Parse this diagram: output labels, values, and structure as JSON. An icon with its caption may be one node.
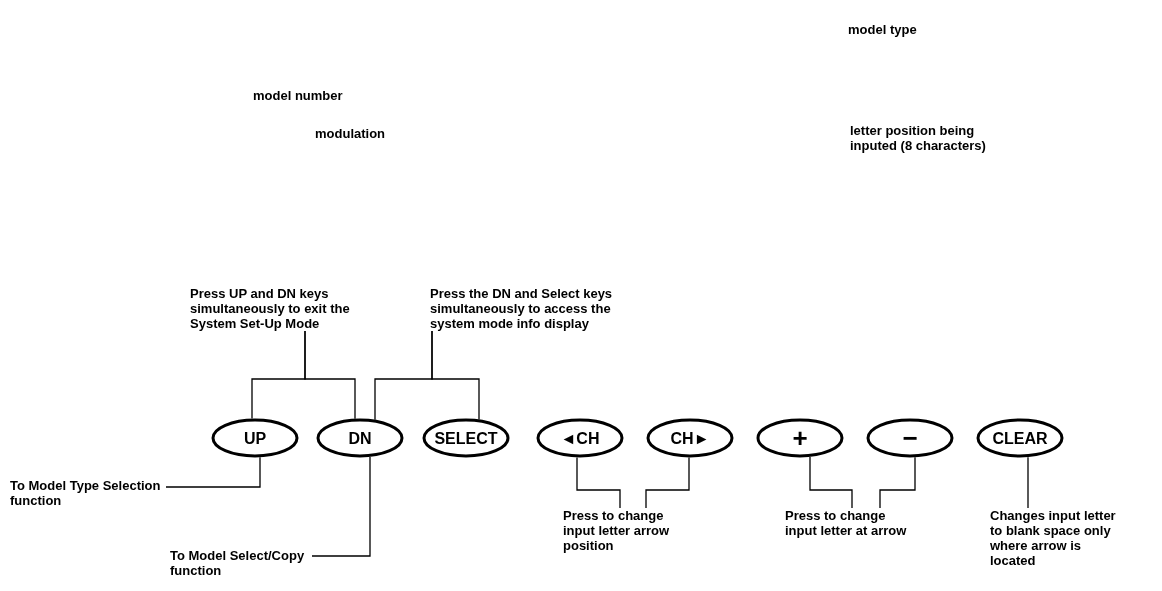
{
  "diagram": {
    "nodes": [
      {
        "text": [
          "Press UP and DN keys simultaneously to exit the System Set-Up Mode"
        ]
      },
      {
        "text": [
          "Press the DN and Select keys simultaneously to access the system mode info display"
        ]
      },
      {
        "text": [
          "UP"
        ]
      },
      {
        "text": [
          "DN"
        ]
      },
      {
        "text": [
          "SELECT"
        ]
      },
      {
        "text": [
          "◄CH"
        ]
      },
      {
        "text": [
          "CH►"
        ]
      },
      {
        "text": [
          "+"
        ]
      },
      {
        "text": [
          "−"
        ]
      },
      {
        "text": [
          "CLEAR"
        ]
      },
      {
        "text": [
          "To Model Type Selection function"
        ]
      },
      {
        "text": [
          "Press to change input letter arrow position"
        ]
      },
      {
        "text": [
          "Press to change input letter at arrow"
        ]
      },
      {
        "text": [
          "Changes input letter to blank space only where arrow is located"
        ]
      },
      {
        "text": [
          "To Model Select/Copy function"
        ]
      }
    ],
    "edges": [
      {
        "from": 0,
        "to": 2,
        "arrow": "none"
      },
      {
        "from": 0,
        "to": 3,
        "arrow": "none"
      },
      {
        "from": 1,
        "to": 3,
        "arrow": "none"
      },
      {
        "from": 1,
        "to": 4,
        "arrow": "none"
      },
      {
        "from": 10,
        "to": 2,
        "arrow": "none"
      },
      {
        "from": 14,
        "to": 3,
        "arrow": "none"
      },
      {
        "from": 11,
        "to": 5,
        "arrow": "none"
      },
      {
        "from": 11,
        "to": 6,
        "arrow": "none"
      },
      {
        "from": 12,
        "to": 7,
        "arrow": "none"
      },
      {
        "from": 12,
        "to": 8,
        "arrow": "none"
      },
      {
        "from": 13,
        "to": 9,
        "arrow": "none"
      }
    ],
    "labels": [
      "model number",
      "model type",
      "modulation",
      "letter position being inputed (8 characters)"
    ]
  }
}
